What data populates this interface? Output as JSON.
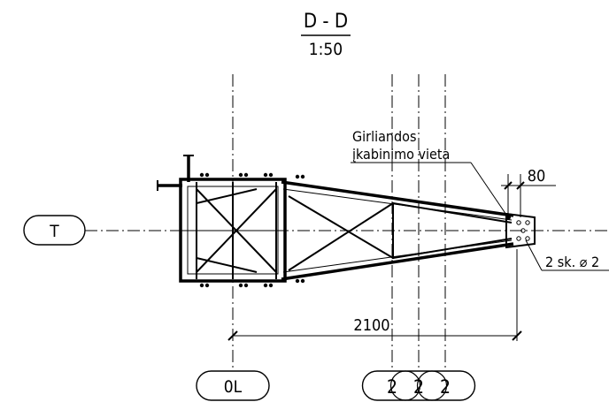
{
  "section": {
    "title": "D - D",
    "scale": "1:50"
  },
  "labels": {
    "axis_t": "T",
    "axis_ol": "0L",
    "axis_2a": "2",
    "axis_2b": "2",
    "axis_2c": "2",
    "note_line1": "Girliandos",
    "note_line2": "įkabinimo vieta",
    "dim_80": "80",
    "dim_2100": "2100",
    "bolt_note": "2 sk. ⌀ 2"
  },
  "colors": {
    "ink": "#000000",
    "background": "#ffffff"
  }
}
